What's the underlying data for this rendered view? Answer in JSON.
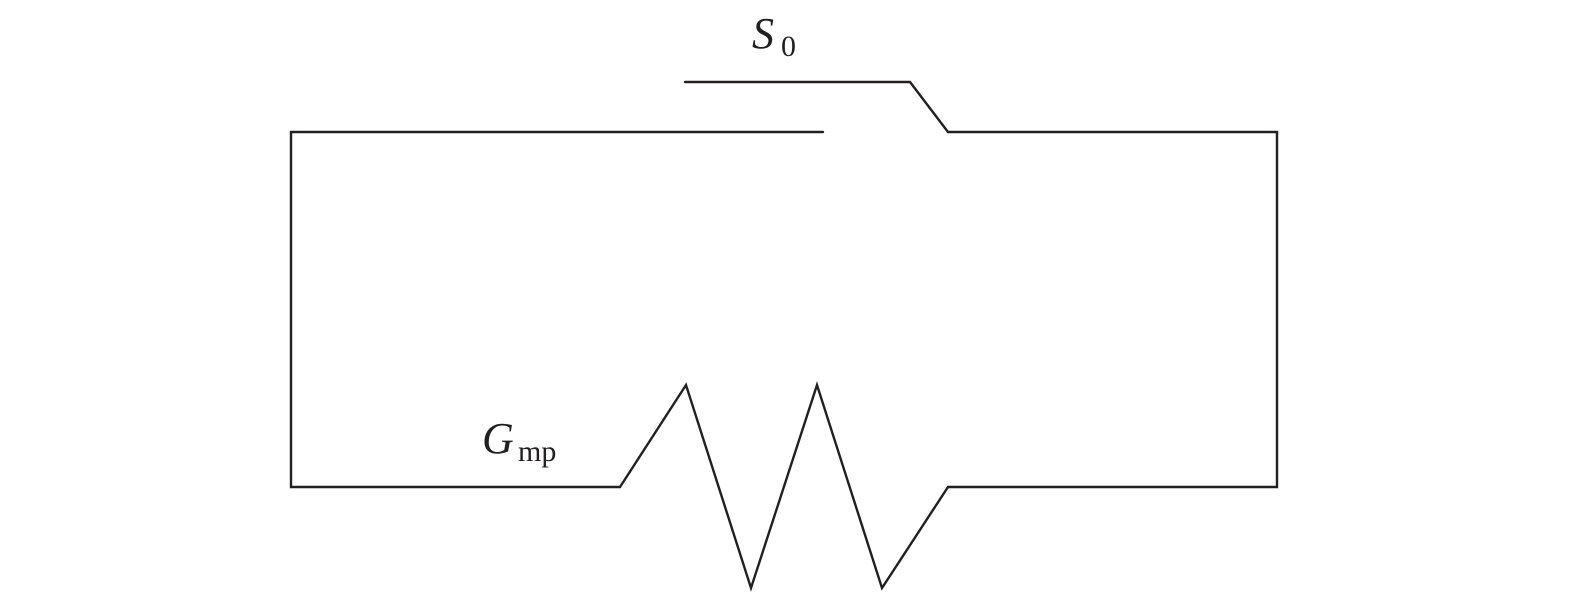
{
  "labels": {
    "switch": {
      "main": "S",
      "sub": "0"
    },
    "resistor": {
      "main": "G",
      "sub": "mp"
    }
  }
}
